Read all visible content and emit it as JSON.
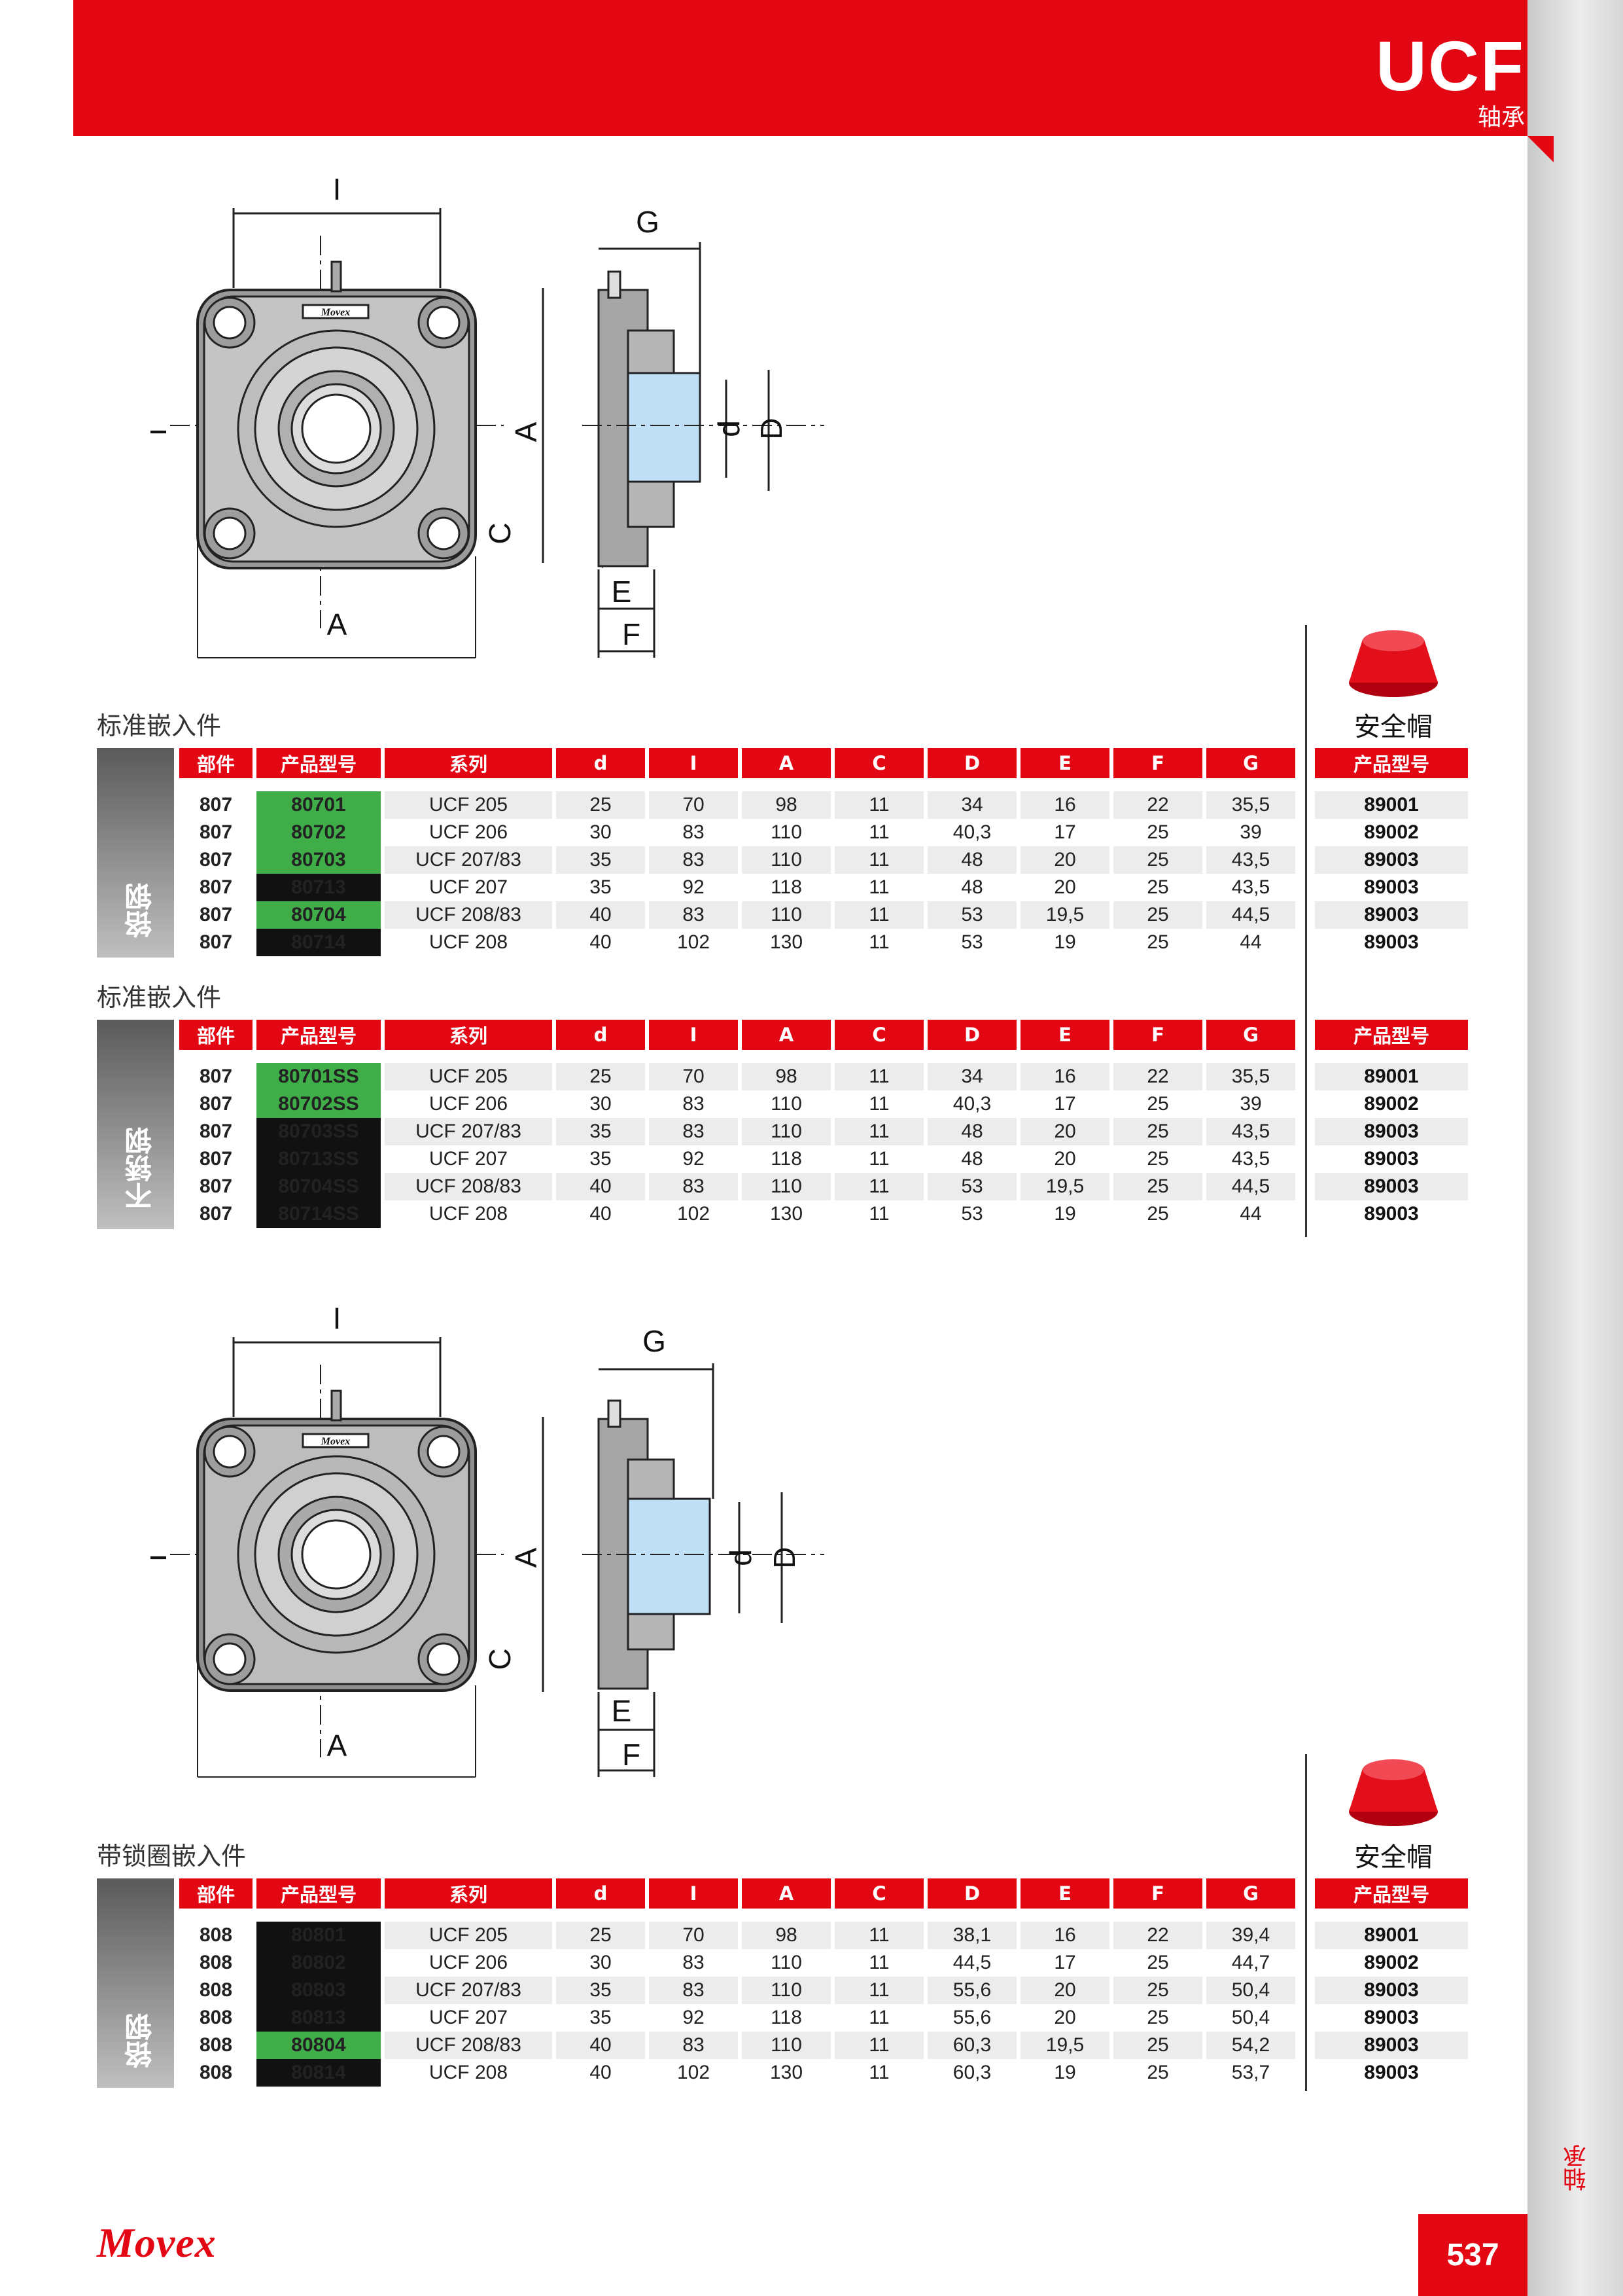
{
  "header": {
    "title": "UCF",
    "subtitle": "轴承"
  },
  "columns": [
    "部件",
    "产品型号",
    "系列",
    "d",
    "I",
    "A",
    "C",
    "D",
    "E",
    "F",
    "G"
  ],
  "cap": {
    "label": "安全帽",
    "header": "产品型号"
  },
  "drawing_labels": {
    "I": "I",
    "A": "A",
    "C": "C",
    "G": "G",
    "d": "d",
    "D": "D",
    "E": "E",
    "F": "F",
    "brand": "Movex"
  },
  "sections": [
    {
      "title": "标准嵌入件",
      "material": "铬钢",
      "rows": [
        {
          "part": "807",
          "code": "80701",
          "code_color": "green",
          "series": "UCF 205",
          "d": "25",
          "I": "70",
          "A": "98",
          "C": "11",
          "D": "34",
          "E": "16",
          "F": "22",
          "G": "35,5",
          "cap": "89001"
        },
        {
          "part": "807",
          "code": "80702",
          "code_color": "green",
          "series": "UCF 206",
          "d": "30",
          "I": "83",
          "A": "110",
          "C": "11",
          "D": "40,3",
          "E": "17",
          "F": "25",
          "G": "39",
          "cap": "89002"
        },
        {
          "part": "807",
          "code": "80703",
          "code_color": "green",
          "series": "UCF 207/83",
          "d": "35",
          "I": "83",
          "A": "110",
          "C": "11",
          "D": "48",
          "E": "20",
          "F": "25",
          "G": "43,5",
          "cap": "89003"
        },
        {
          "part": "807",
          "code": "80713",
          "code_color": "black",
          "series": "UCF 207",
          "d": "35",
          "I": "92",
          "A": "118",
          "C": "11",
          "D": "48",
          "E": "20",
          "F": "25",
          "G": "43,5",
          "cap": "89003"
        },
        {
          "part": "807",
          "code": "80704",
          "code_color": "green",
          "series": "UCF 208/83",
          "d": "40",
          "I": "83",
          "A": "110",
          "C": "11",
          "D": "53",
          "E": "19,5",
          "F": "25",
          "G": "44,5",
          "cap": "89003"
        },
        {
          "part": "807",
          "code": "80714",
          "code_color": "black",
          "series": "UCF 208",
          "d": "40",
          "I": "102",
          "A": "130",
          "C": "11",
          "D": "53",
          "E": "19",
          "F": "25",
          "G": "44",
          "cap": "89003"
        }
      ]
    },
    {
      "title": "标准嵌入件",
      "material": "不锈钢",
      "rows": [
        {
          "part": "807",
          "code": "80701SS",
          "code_color": "green",
          "series": "UCF 205",
          "d": "25",
          "I": "70",
          "A": "98",
          "C": "11",
          "D": "34",
          "E": "16",
          "F": "22",
          "G": "35,5",
          "cap": "89001"
        },
        {
          "part": "807",
          "code": "80702SS",
          "code_color": "green",
          "series": "UCF 206",
          "d": "30",
          "I": "83",
          "A": "110",
          "C": "11",
          "D": "40,3",
          "E": "17",
          "F": "25",
          "G": "39",
          "cap": "89002"
        },
        {
          "part": "807",
          "code": "80703SS",
          "code_color": "black",
          "series": "UCF 207/83",
          "d": "35",
          "I": "83",
          "A": "110",
          "C": "11",
          "D": "48",
          "E": "20",
          "F": "25",
          "G": "43,5",
          "cap": "89003"
        },
        {
          "part": "807",
          "code": "80713SS",
          "code_color": "black",
          "series": "UCF 207",
          "d": "35",
          "I": "92",
          "A": "118",
          "C": "11",
          "D": "48",
          "E": "20",
          "F": "25",
          "G": "43,5",
          "cap": "89003"
        },
        {
          "part": "807",
          "code": "80704SS",
          "code_color": "black",
          "series": "UCF 208/83",
          "d": "40",
          "I": "83",
          "A": "110",
          "C": "11",
          "D": "53",
          "E": "19,5",
          "F": "25",
          "G": "44,5",
          "cap": "89003"
        },
        {
          "part": "807",
          "code": "80714SS",
          "code_color": "black",
          "series": "UCF 208",
          "d": "40",
          "I": "102",
          "A": "130",
          "C": "11",
          "D": "53",
          "E": "19",
          "F": "25",
          "G": "44",
          "cap": "89003"
        }
      ]
    },
    {
      "title": "带锁圈嵌入件",
      "material": "铬钢",
      "rows": [
        {
          "part": "808",
          "code": "80801",
          "code_color": "black",
          "series": "UCF 205",
          "d": "25",
          "I": "70",
          "A": "98",
          "C": "11",
          "D": "38,1",
          "E": "16",
          "F": "22",
          "G": "39,4",
          "cap": "89001"
        },
        {
          "part": "808",
          "code": "80802",
          "code_color": "black",
          "series": "UCF 206",
          "d": "30",
          "I": "83",
          "A": "110",
          "C": "11",
          "D": "44,5",
          "E": "17",
          "F": "25",
          "G": "44,7",
          "cap": "89002"
        },
        {
          "part": "808",
          "code": "80803",
          "code_color": "black",
          "series": "UCF 207/83",
          "d": "35",
          "I": "83",
          "A": "110",
          "C": "11",
          "D": "55,6",
          "E": "20",
          "F": "25",
          "G": "50,4",
          "cap": "89003"
        },
        {
          "part": "808",
          "code": "80813",
          "code_color": "black",
          "series": "UCF 207",
          "d": "35",
          "I": "92",
          "A": "118",
          "C": "11",
          "D": "55,6",
          "E": "20",
          "F": "25",
          "G": "50,4",
          "cap": "89003"
        },
        {
          "part": "808",
          "code": "80804",
          "code_color": "green",
          "series": "UCF 208/83",
          "d": "40",
          "I": "83",
          "A": "110",
          "C": "11",
          "D": "60,3",
          "E": "19,5",
          "F": "25",
          "G": "54,2",
          "cap": "89003"
        },
        {
          "part": "808",
          "code": "80814",
          "code_color": "black",
          "series": "UCF 208",
          "d": "40",
          "I": "102",
          "A": "130",
          "C": "11",
          "D": "60,3",
          "E": "19",
          "F": "25",
          "G": "53,7",
          "cap": "89003"
        }
      ]
    }
  ],
  "footer": {
    "brand": "Movex",
    "page_number": "537",
    "side_label": "轴承"
  }
}
